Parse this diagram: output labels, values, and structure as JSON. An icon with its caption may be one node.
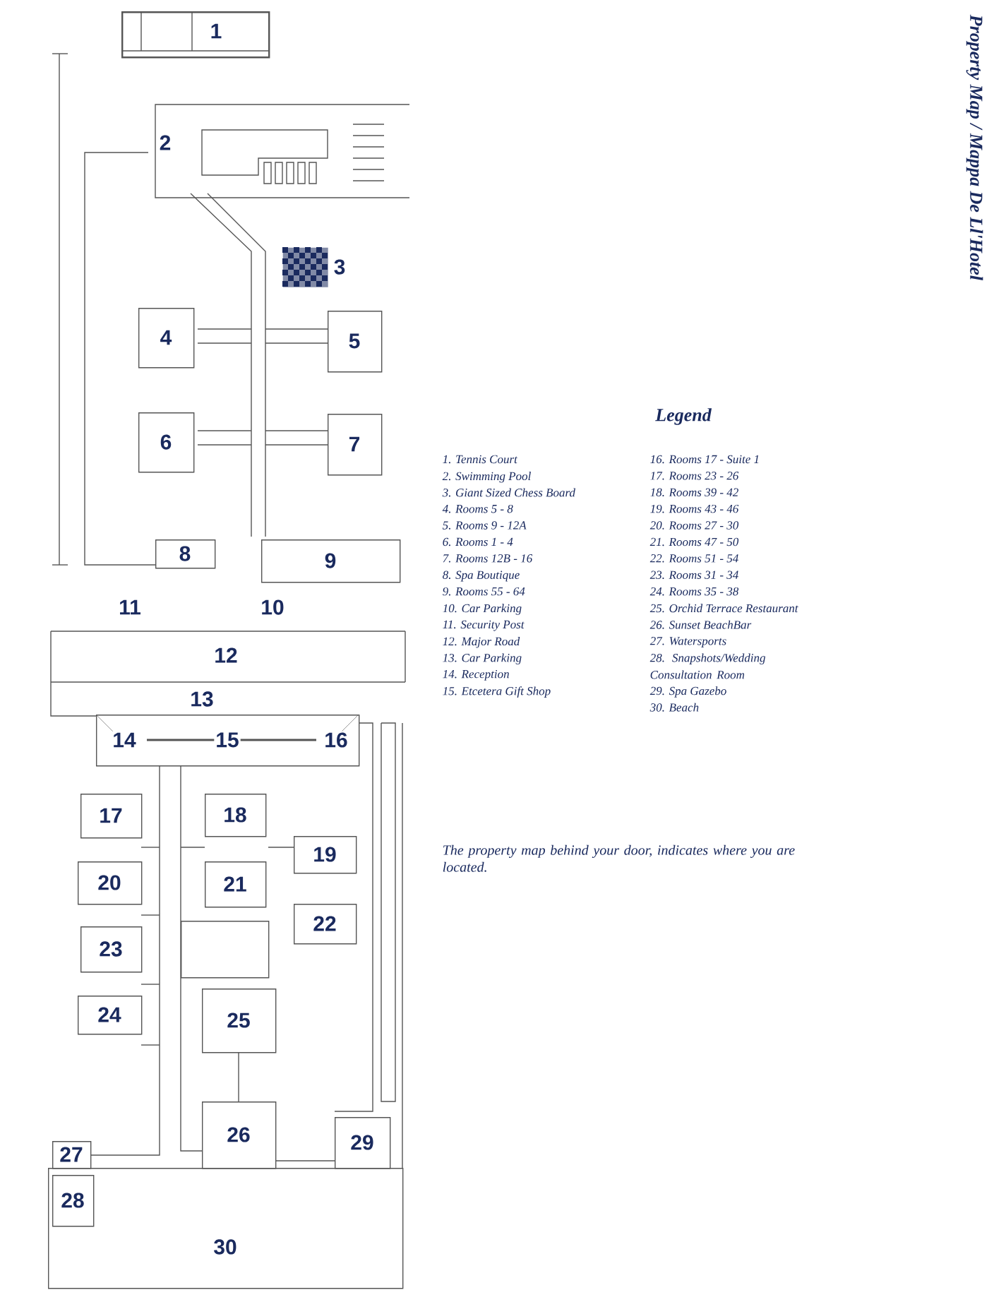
{
  "diagram": {
    "title": "Property Map / Mappa De Ll'Hotel",
    "nodes": [
      {
        "text": [
          "1"
        ]
      },
      {
        "text": [
          "2"
        ]
      },
      {
        "text": [
          "3"
        ]
      },
      {
        "text": [
          "4"
        ]
      },
      {
        "text": [
          "5"
        ]
      },
      {
        "text": [
          "6"
        ]
      },
      {
        "text": [
          "7"
        ]
      },
      {
        "text": [
          "8"
        ]
      },
      {
        "text": [
          "9"
        ]
      },
      {
        "text": [
          "14",
          "15",
          "16"
        ]
      },
      {
        "text": [
          "17"
        ]
      },
      {
        "text": [
          "18"
        ]
      },
      {
        "text": [
          "19"
        ]
      },
      {
        "text": [
          "20"
        ]
      },
      {
        "text": [
          "21"
        ]
      },
      {
        "text": [
          "22"
        ]
      },
      {
        "text": [
          "23"
        ]
      },
      {
        "text": [],
        "shape": "box"
      },
      {
        "text": [
          "24"
        ]
      },
      {
        "text": [
          "25"
        ]
      },
      {
        "text": [
          "26"
        ]
      },
      {
        "text": [
          "27"
        ]
      },
      {
        "text": [
          "29"
        ]
      },
      {
        "text": [
          "28"
        ],
        "in": 24
      },
      {
        "text": [
          "30"
        ]
      }
    ],
    "labels": [
      "11",
      "10",
      "12",
      "13",
      "Legend",
      "1. Tennis Court",
      "2. Swimming Pool",
      "3. Giant Sized Chess Board",
      "4. Rooms 5 - 8",
      "5. Rooms 9 - 12A",
      "6. Rooms 1 - 4",
      "7. Rooms 12B - 16",
      "8. Spa Boutique",
      "9. Rooms 55 - 64",
      "10. Car Parking",
      "11. Security Post",
      "12. Major Road",
      "13. Car Parking",
      "14. Reception",
      "15. Etcetera Gift Shop",
      "16. Rooms 17 - Suite 1",
      "17. Rooms 23 - 26",
      "18. Rooms 39 - 42",
      "19. Rooms 43 - 46",
      "20. Rooms 27 - 30",
      "21. Rooms 47 - 50",
      "22. Rooms 51 - 54",
      "23. Rooms 31 - 34",
      "24. Rooms 35 - 38",
      "25. Orchid Terrace Restaurant",
      "26. Sunset BeachBar",
      "27. Watersports",
      "28. Snapshots/Wedding Consultation Room",
      "29. Spa Gazebo",
      "30. Beach",
      "The property map behind your door, indicates where you are located."
    ]
  }
}
